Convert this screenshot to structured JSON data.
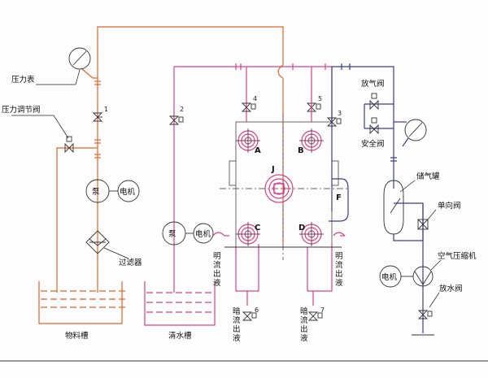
{
  "labels": {
    "pressure_gauge": "压力表",
    "pressure_valve": "压力调节阀",
    "pump_left": "泵",
    "motor_left": "电机",
    "filter": "过滤器",
    "material_tank": "物料槽",
    "pump_mid": "泵",
    "motor_mid": "电机",
    "clean_tank": "清水槽",
    "vent_valve": "放气阀",
    "safety_valve": "安全阀",
    "air_tank": "储气罐",
    "check_valve": "单向阀",
    "compressor": "空气压缩机",
    "motor_right": "电机",
    "drain_valve": "放水阀",
    "open_out_left": "明流出液",
    "open_out_right": "明流出液",
    "dark_out_left": "暗流出液",
    "dark_out_right": "暗流出液"
  },
  "plate_labels": [
    "A",
    "B",
    "C",
    "D",
    "J",
    "F"
  ],
  "valve_numbers": [
    "1",
    "2",
    "3",
    "4",
    "5",
    "6",
    "7"
  ],
  "colors": {
    "material_line": "#e8622a",
    "clean_water_line": "#dd3f86",
    "air_line": "#3b3b9a",
    "equipment": "#333333"
  }
}
